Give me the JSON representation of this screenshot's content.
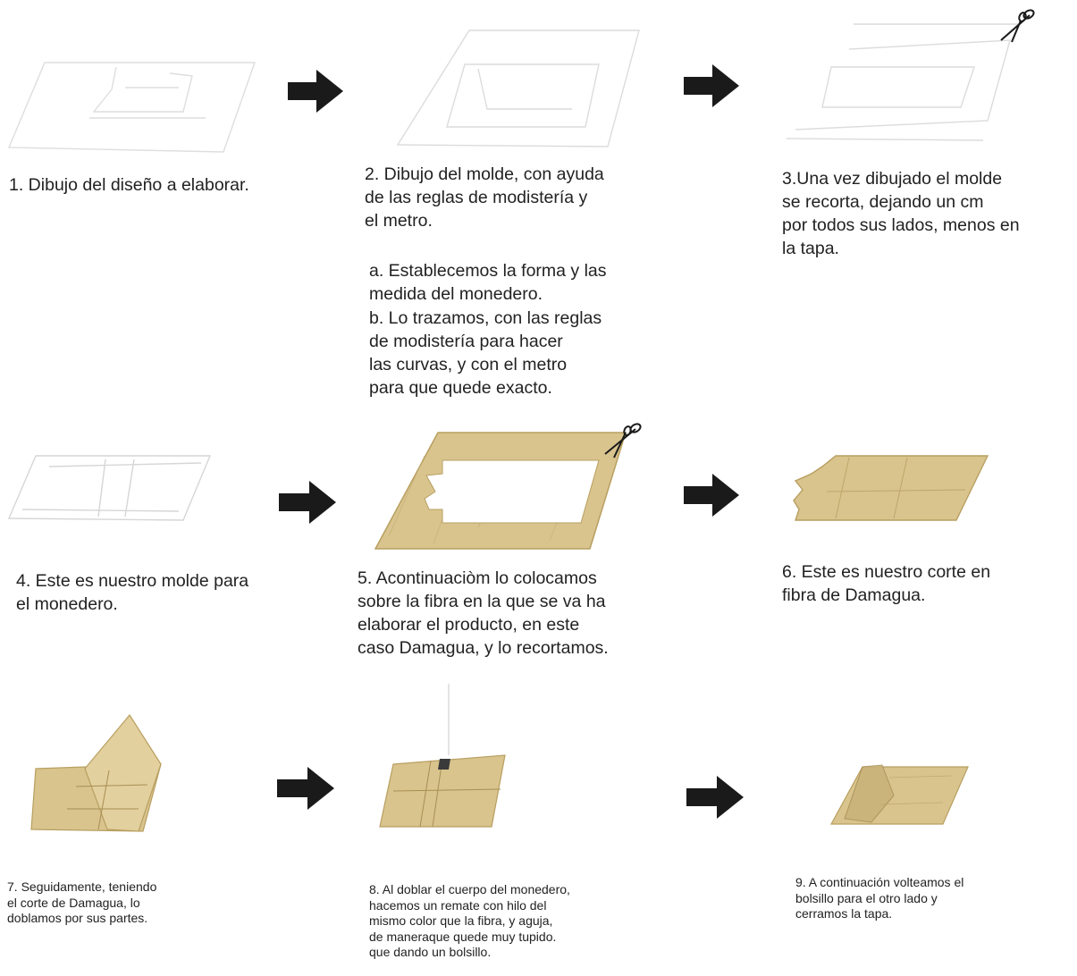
{
  "steps": [
    {
      "text": "1. Dibujo del diseño a elaborar."
    },
    {
      "text": "2. Dibujo del molde, con ayuda\n    de las reglas de modistería y\n    el metro.",
      "substeps": [
        "a. Establecemos la forma y las\n    medida del monedero.",
        "b. Lo trazamos, con las reglas\n    de modistería para hacer\n    las curvas, y con el metro\n   para que quede exacto."
      ]
    },
    {
      "text": "3.Una vez dibujado el molde\nse recorta, dejando un cm\npor todos sus lados, menos en\nla tapa."
    },
    {
      "text": "4. Este es nuestro molde para\n    el monedero."
    },
    {
      "text": "5. Acontinuaciòm lo colocamos\n   sobre la fibra en la que se va ha\n   elaborar el producto, en este\n   caso Damagua, y lo recortamos."
    },
    {
      "text": "6. Este es nuestro corte en\n    fibra de Damagua."
    },
    {
      "text": "7. Seguidamente, teniendo\n   el corte de Damagua, lo\n   doblamos por sus partes."
    },
    {
      "text": "8. Al doblar el cuerpo del monedero,\n    hacemos un remate con hilo del\n    mismo color que la fibra, y aguja,\n    de maneraque quede muy tupido.\n    que dando un bolsillo."
    },
    {
      "text": "9. A continuación volteamos el\n    bolsillo para el otro lado y\n    cerramos la tapa."
    }
  ],
  "icons": {
    "arrow": "right-arrow-icon",
    "scissors": "scissors-icon"
  },
  "colors": {
    "fiber": "#d9c48e",
    "fiber_dark": "#b89f60",
    "arrow": "#1a1a1a",
    "sketch_line": "#d2d2d2"
  }
}
